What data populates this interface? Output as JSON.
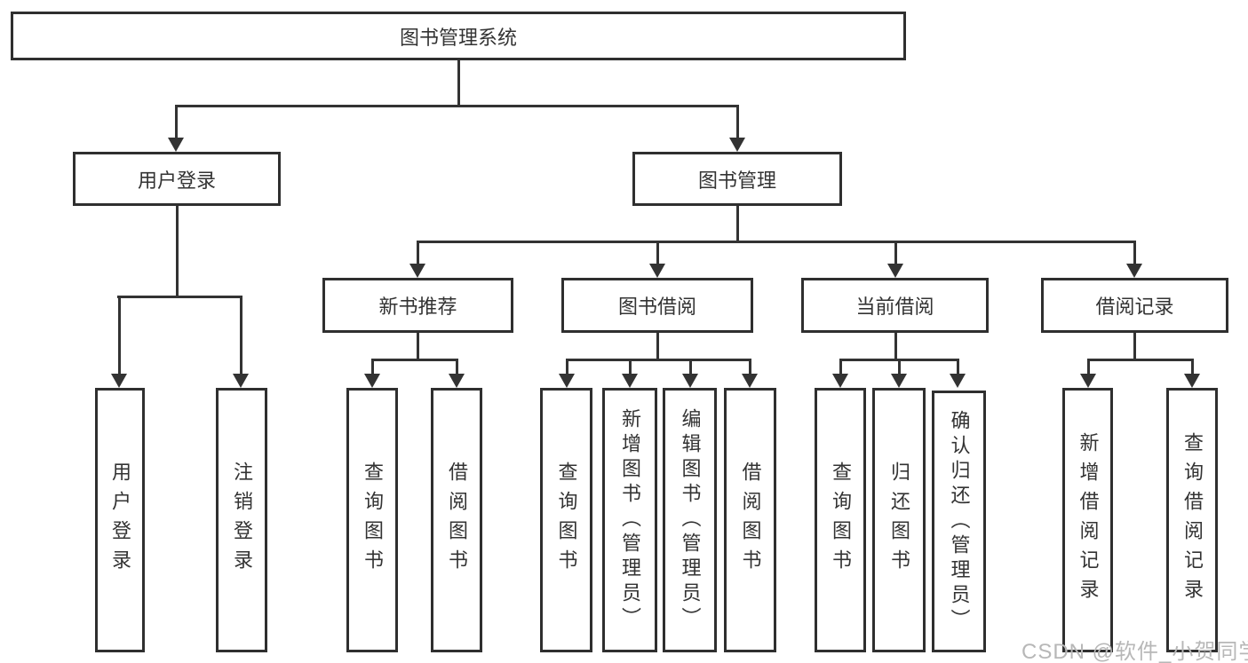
{
  "colors": {
    "line": "#333333",
    "box_border": "#2f2f2f",
    "box_background": "#ffffff",
    "text": "#333333",
    "watermark": "#b7b7b7"
  },
  "tree": {
    "root": {
      "label": "图书管理系统"
    },
    "level2": [
      {
        "label": "用户登录",
        "children": [
          {
            "label": "用户登录"
          },
          {
            "label": "注销登录"
          }
        ]
      },
      {
        "label": "图书管理",
        "children": [
          {
            "label": "新书推荐",
            "children": [
              {
                "label": "查询图书"
              },
              {
                "label": "借阅图书"
              }
            ]
          },
          {
            "label": "图书借阅",
            "children": [
              {
                "label": "查询图书"
              },
              {
                "label": "新增图书（管理员）"
              },
              {
                "label": "编辑图书（管理员）"
              },
              {
                "label": "借阅图书"
              }
            ]
          },
          {
            "label": "当前借阅",
            "children": [
              {
                "label": "查询图书"
              },
              {
                "label": "归还图书"
              },
              {
                "label": "确认归还（管理员）"
              }
            ]
          },
          {
            "label": "借阅记录",
            "children": [
              {
                "label": "新增借阅记录"
              },
              {
                "label": "查询借阅记录"
              }
            ]
          }
        ]
      }
    ]
  },
  "watermark": {
    "text": "CSDN @软件_小贺同学"
  }
}
